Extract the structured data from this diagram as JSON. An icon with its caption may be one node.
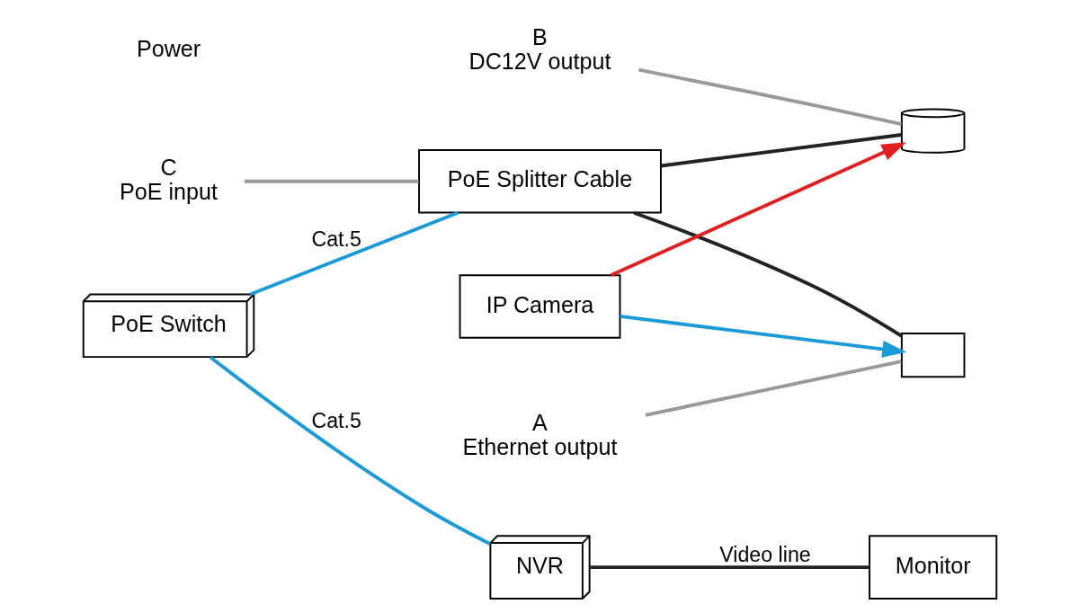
{
  "diagram": {
    "nodes": [
      {
        "text": [
          "PoE Switch"
        ]
      },
      {
        "text": [
          "Monitor"
        ]
      },
      {
        "text": [
          "NVR"
        ]
      },
      {
        "text": [
          "PoE Splitter Cable"
        ]
      },
      {
        "text": [
          "B",
          "DC12V output"
        ]
      },
      {
        "text": [],
        "shape": "cylinder"
      },
      {
        "text": [
          "A",
          "Ethernet output"
        ]
      },
      {
        "text": [],
        "shape": "box"
      },
      {
        "text": [
          "C",
          "PoE input"
        ]
      },
      {
        "text": [
          "IP Camera"
        ]
      }
    ],
    "edges": [
      {
        "from": 0,
        "to": 3,
        "arrow": "none",
        "label": "Cat.5",
        "color": "#1a9bd7"
      },
      {
        "from": 0,
        "to": 2,
        "arrow": "none",
        "label": "Cat.5",
        "color": "#1a9bd7"
      },
      {
        "from": 2,
        "to": 1,
        "arrow": "none",
        "label": "Video line",
        "color": "#222222"
      },
      {
        "from": 3,
        "to": 5,
        "arrow": "none",
        "color": "#222222"
      },
      {
        "from": 3,
        "to": 7,
        "arrow": "none",
        "color": "#222222"
      },
      {
        "from": 9,
        "to": 5,
        "arrow": "to",
        "color": "#e02020"
      },
      {
        "from": 9,
        "to": 7,
        "arrow": "to",
        "color": "#1a9bd7"
      },
      {
        "from": 4,
        "to": 5,
        "arrow": "none",
        "color": "#999999"
      },
      {
        "from": 6,
        "to": 7,
        "arrow": "none",
        "color": "#999999"
      },
      {
        "from": 8,
        "to": 3,
        "arrow": "none",
        "color": "#999999"
      }
    ],
    "labels": [
      "Power"
    ]
  }
}
